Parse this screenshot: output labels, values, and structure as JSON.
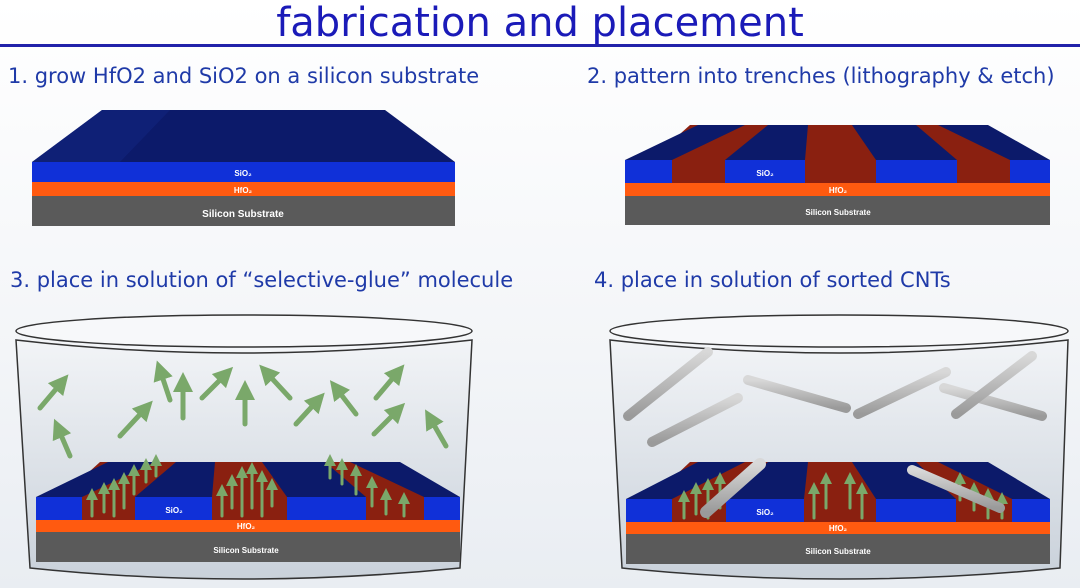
{
  "title": "fabrication and placement",
  "steps": [
    {
      "label": "1. grow HfO2 and SiO2 on a silicon substrate"
    },
    {
      "label": "2. pattern into trenches (lithography & etch)"
    },
    {
      "label": "3.  place in solution of “selective-glue” molecule"
    },
    {
      "label": "4.  place in solution of sorted CNTs"
    }
  ],
  "labels": {
    "sio2": "SiO₂",
    "hfo2": "HfO₂",
    "substrate": "Silicon Substrate"
  },
  "colors": {
    "sio2_top": "#0c1a6a",
    "sio2_front": "#1030d8",
    "hfo2": "#ff5a10",
    "trench_floor": "#8a2010",
    "substrate": "#5a5a5a",
    "arrow": "#7aa86a",
    "nanotube": "#bcbcbc"
  }
}
